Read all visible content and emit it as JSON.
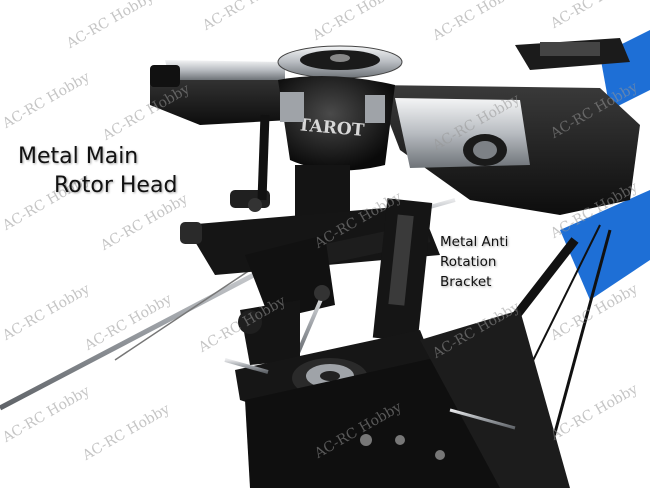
{
  "labels": {
    "main_rotor_line1": "Metal Main",
    "main_rotor_line2": "Rotor Head",
    "anti_rotation_line1": "Metal Anti",
    "anti_rotation_line2": "Rotation",
    "anti_rotation_line3": "Bracket"
  },
  "brand_logo": "TAROT",
  "watermark": "AC-RC Hobby",
  "colors": {
    "background": "#ffffff",
    "metal_dark": "#1a1a1a",
    "aluminum": "#b9bcc0",
    "tail_blue": "#1e6fd6"
  }
}
